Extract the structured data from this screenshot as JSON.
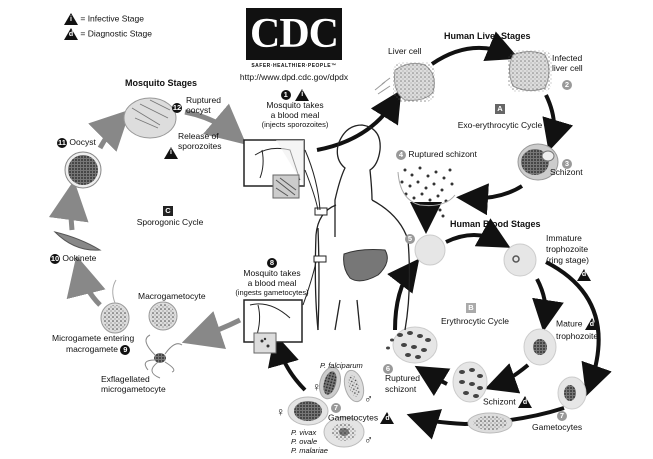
{
  "legend": {
    "infective_symbol": "i",
    "infective_label": "= Infective Stage",
    "diagnostic_symbol": "d",
    "diagnostic_label": "= Diagnostic Stage"
  },
  "logo": {
    "text": "CDC",
    "tagline": "SAFER·HEALTHIER·PEOPLE™",
    "url": "http://www.dpd.cdc.gov/dpdx"
  },
  "sections": {
    "mosquito": "Mosquito Stages",
    "liver": "Human Liver Stages",
    "blood": "Human Blood Stages"
  },
  "cycles": {
    "A": {
      "letter": "A",
      "label": "Exo-erythrocytic Cycle"
    },
    "B": {
      "letter": "B",
      "label": "Erythrocytic Cycle"
    },
    "C": {
      "letter": "C",
      "label": "Sporogonic Cycle"
    }
  },
  "stages": {
    "s1": {
      "num": "1",
      "line1": "Mosquito takes",
      "line2": "a blood meal",
      "line3": "(injects sporozoites)"
    },
    "s2": {
      "num": "2",
      "line1": "Infected",
      "line2": "liver cell"
    },
    "liver_cell": "Liver cell",
    "s3": {
      "num": "3",
      "label": "Schizont"
    },
    "s4": {
      "num": "4",
      "label": "Ruptured schizont"
    },
    "s5": {
      "num": "5"
    },
    "ring": {
      "line1": "Immature",
      "line2": "trophozoite",
      "line3": "(ring stage)"
    },
    "mature": {
      "line1": "Mature",
      "line2": "trophozoite"
    },
    "schizont_blood": "Schizont",
    "s6": {
      "num": "6",
      "line1": "Ruptured",
      "line2": "schizont"
    },
    "s7": {
      "num": "7",
      "label": "Gametocytes"
    },
    "s7b": {
      "num": "7",
      "label": "Gametocytes"
    },
    "s8": {
      "num": "8",
      "line1": "Mosquito takes",
      "line2": "a blood meal",
      "line3": "(ingests gametocytes)"
    },
    "s9": {
      "num": "9",
      "line1": "Microgamete entering",
      "line2": "macrogamete"
    },
    "macrogametocyte": "Macrogametocyte",
    "exflagellated": {
      "line1": "Exflagellated",
      "line2": "microgametocyte"
    },
    "s10": {
      "num": "10",
      "label": "Ookinete"
    },
    "s11": {
      "num": "11",
      "label": "Oocyst"
    },
    "s12": {
      "num": "12",
      "line1": "Ruptured",
      "line2": "oocyst"
    },
    "release": {
      "line1": "Release of",
      "line2": "sporozoites"
    }
  },
  "species": {
    "falciparum": "P. falciparum",
    "vivax": "P. vivax",
    "ovale": "P. ovale",
    "malariae": "P. malariae",
    "female": "♀",
    "male": "♂"
  }
}
